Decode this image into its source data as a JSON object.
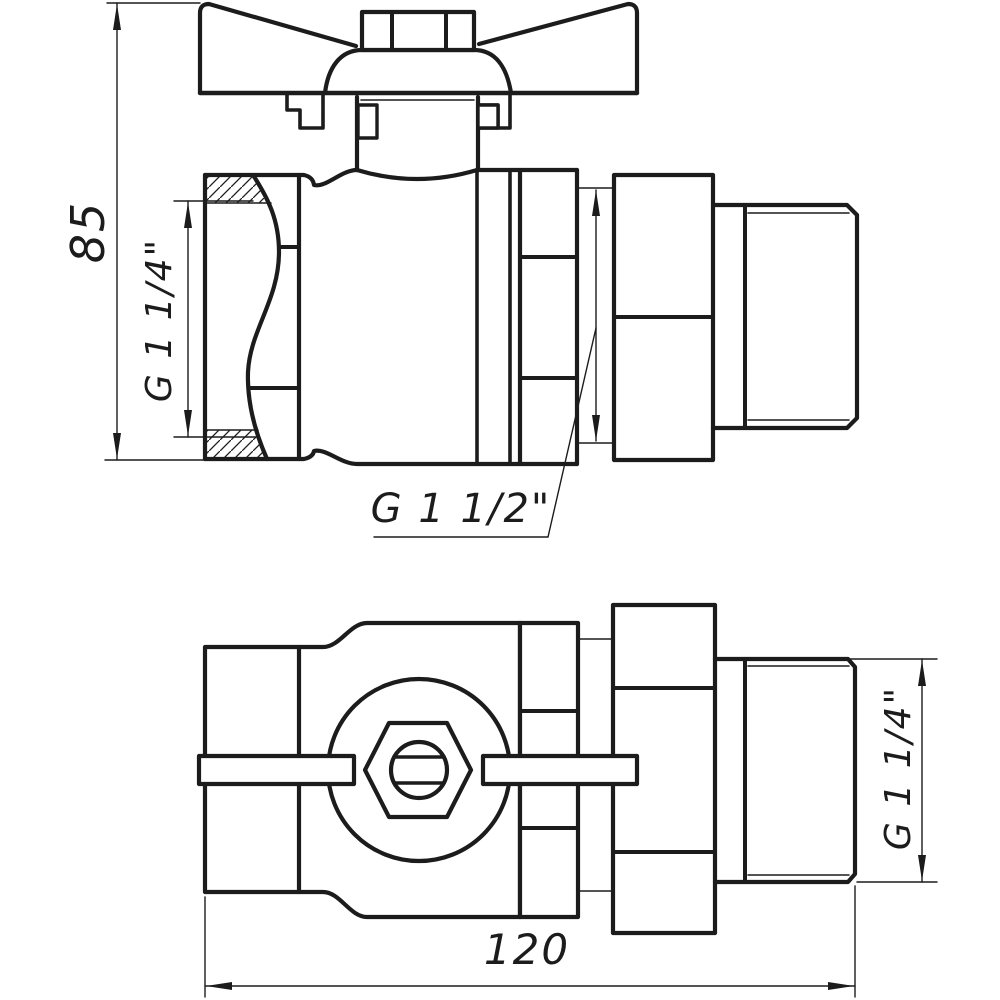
{
  "drawing": {
    "title": "ball-valve-two-view-technical-drawing",
    "background_color": "#ffffff",
    "line_color": "#1c1c1c",
    "views": {
      "front_view": "valve front section view",
      "plan_view": "valve plan view"
    },
    "dimensions": {
      "overall_height": {
        "label": "85"
      },
      "inlet_thread": {
        "label": "G 1 1/4\""
      },
      "union_thread": {
        "label": "G 1 1/2\""
      },
      "overall_length": {
        "label": "120"
      },
      "outlet_thread": {
        "label": "G 1 1/4\""
      }
    }
  }
}
